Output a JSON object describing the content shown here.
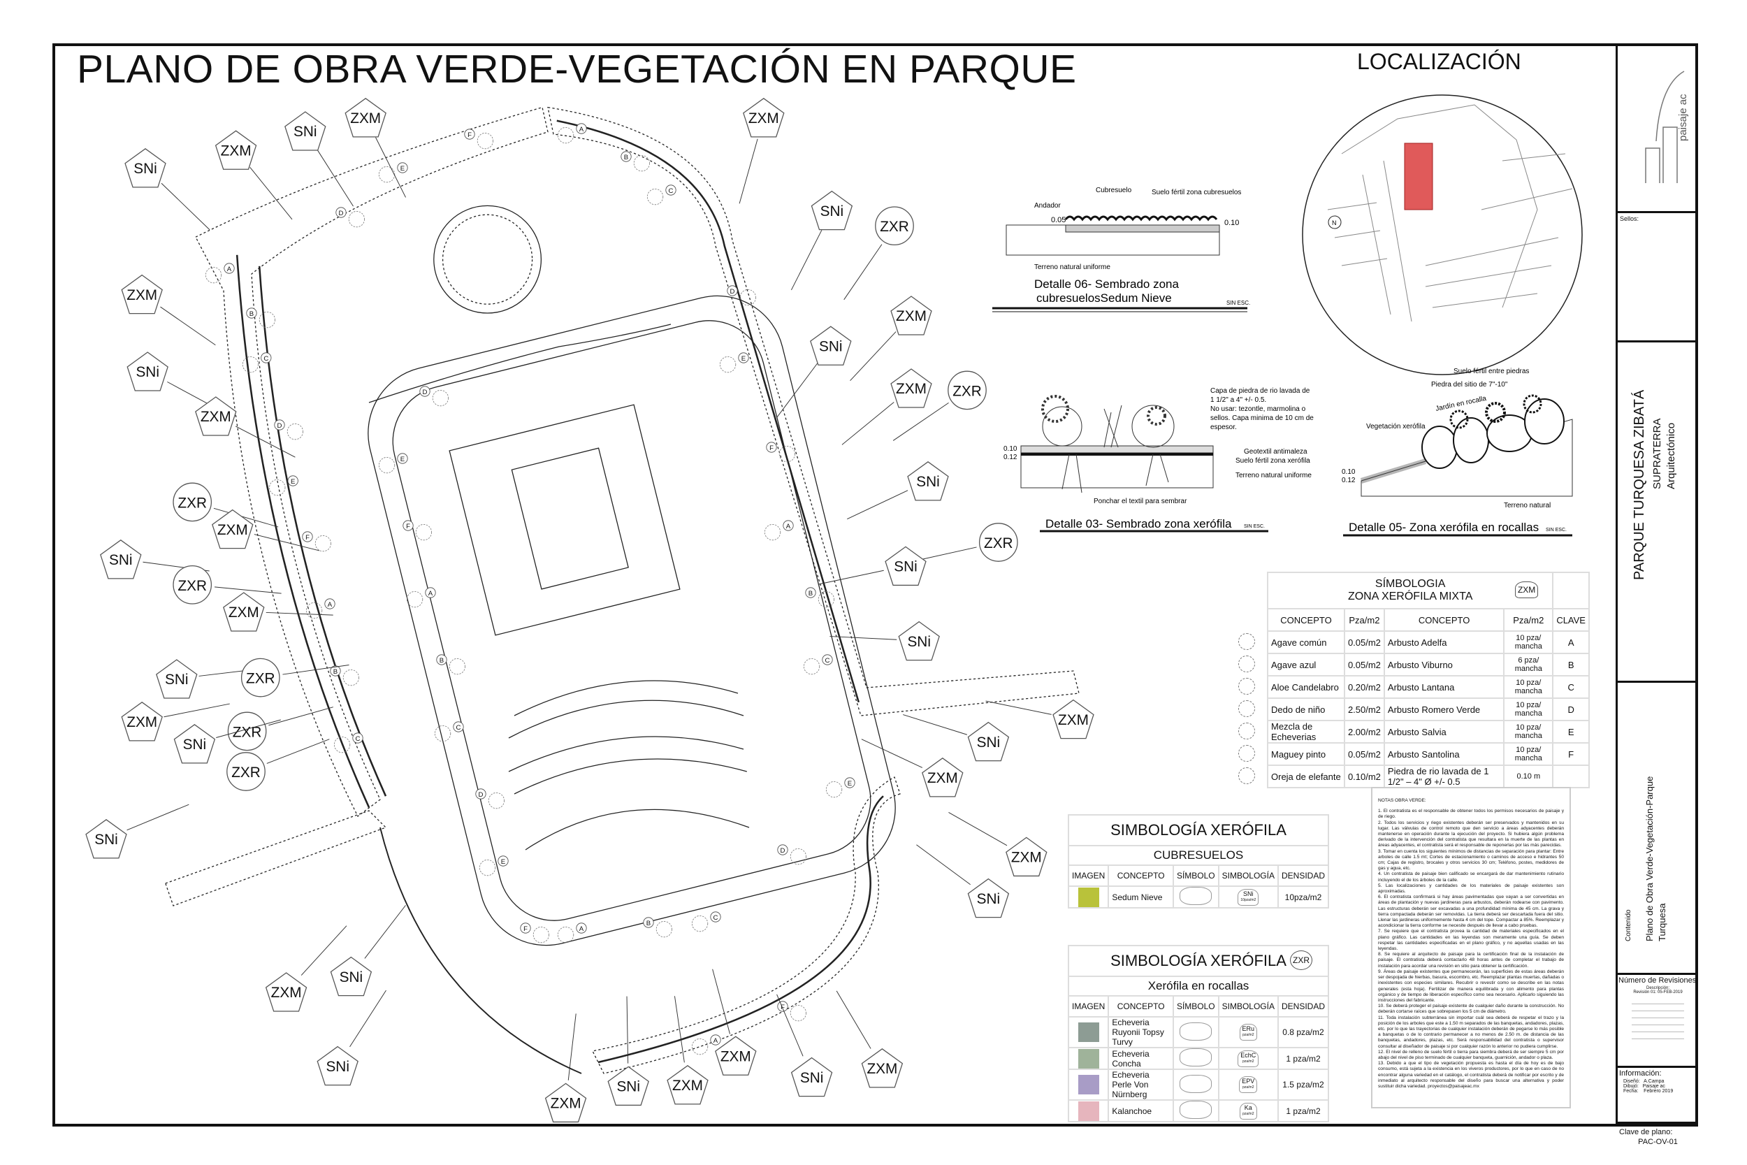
{
  "title": "PLANO DE OBRA VERDE-VEGETACIÓN EN PARQUE",
  "location": {
    "title": "LOCALIZACIÓN",
    "north_label": "N"
  },
  "plan": {
    "bed_keys": [
      "A",
      "B",
      "C",
      "D",
      "E",
      "F"
    ],
    "tags": [
      {
        "label": "SNi",
        "shape": "pentagon"
      },
      {
        "label": "ZXM",
        "shape": "pentagon"
      },
      {
        "label": "SNi",
        "shape": "pentagon"
      },
      {
        "label": "ZXM",
        "shape": "pentagon"
      },
      {
        "label": "ZXM",
        "shape": "pentagon"
      },
      {
        "label": "SNi",
        "shape": "pentagon"
      },
      {
        "label": "ZXR",
        "shape": "circle"
      },
      {
        "label": "ZXM",
        "shape": "pentagon"
      },
      {
        "label": "ZXM",
        "shape": "pentagon"
      },
      {
        "label": "SNi",
        "shape": "pentagon"
      },
      {
        "label": "SNi",
        "shape": "pentagon"
      },
      {
        "label": "ZXM",
        "shape": "pentagon"
      },
      {
        "label": "ZXR",
        "shape": "circle"
      },
      {
        "label": "ZXM",
        "shape": "pentagon"
      },
      {
        "label": "SNi",
        "shape": "pentagon"
      },
      {
        "label": "ZXR",
        "shape": "circle"
      },
      {
        "label": "ZXM",
        "shape": "pentagon"
      },
      {
        "label": "ZXR",
        "shape": "circle"
      },
      {
        "label": "SNi",
        "shape": "pentagon"
      },
      {
        "label": "SNi",
        "shape": "pentagon"
      },
      {
        "label": "ZXR",
        "shape": "circle"
      },
      {
        "label": "ZXM",
        "shape": "pentagon"
      },
      {
        "label": "SNi",
        "shape": "pentagon"
      },
      {
        "label": "SNi",
        "shape": "pentagon"
      },
      {
        "label": "ZXR",
        "shape": "circle"
      },
      {
        "label": "ZXM",
        "shape": "pentagon"
      },
      {
        "label": "ZXM",
        "shape": "pentagon"
      },
      {
        "label": "ZXR",
        "shape": "circle"
      },
      {
        "label": "SNi",
        "shape": "pentagon"
      },
      {
        "label": "SNi",
        "shape": "pentagon"
      },
      {
        "label": "ZXR",
        "shape": "circle"
      },
      {
        "label": "ZXM",
        "shape": "pentagon"
      },
      {
        "label": "SNi",
        "shape": "pentagon"
      },
      {
        "label": "ZXM",
        "shape": "pentagon"
      },
      {
        "label": "SNi",
        "shape": "pentagon"
      },
      {
        "label": "SNi",
        "shape": "pentagon"
      },
      {
        "label": "ZXM",
        "shape": "pentagon"
      },
      {
        "label": "SNi",
        "shape": "pentagon"
      },
      {
        "label": "ZXM",
        "shape": "pentagon"
      },
      {
        "label": "SNi",
        "shape": "pentagon"
      },
      {
        "label": "ZXM",
        "shape": "pentagon"
      },
      {
        "label": "SNi",
        "shape": "pentagon"
      },
      {
        "label": "ZXM",
        "shape": "pentagon"
      },
      {
        "label": "ZXM",
        "shape": "pentagon"
      }
    ]
  },
  "detail_06": {
    "title_line1": "Detalle 06- Sembrado zona",
    "title_line2": "cubresuelosSedum Nieve",
    "scale": "SIN ESC.",
    "labels": {
      "cubresuelo": "Cubresuelo",
      "suelo": "Suelo fértil zona cubresuelos",
      "andador": "Andador",
      "terreno": "Terreno natural uniforme",
      "dim1": "0.05",
      "dim2": "0.10"
    }
  },
  "detail_03": {
    "title": "Detalle 03- Sembrado zona xerófila",
    "scale": "SIN ESC.",
    "labels": {
      "piedra": [
        "Capa de piedra de rio lavada de",
        "1 1/2\" a 4\" +/- 0.5.",
        "No usar: tezontle, marmolina o",
        "sellos. Capa minima de 10 cm de",
        "espesor."
      ],
      "geotextil": "Geotextil antimaleza",
      "suelo": "Suelo fértil zona xerófila",
      "terreno": "Terreno natural uniforme",
      "ponchar": "Ponchar el textil para sembrar",
      "dim1": "0.10",
      "dim2": "0.12"
    }
  },
  "detail_05": {
    "title": "Detalle 05- Zona  xerófila en rocallas",
    "scale": "SIN ESC.",
    "labels": {
      "suelo": "Suelo fértil entre piedras",
      "piedra": "Piedra del sitio de 7\"-10\"",
      "jardin": "Jardín en rocalla",
      "vegetacion": "Vegetación xerófila",
      "terreno": "Terreno natural",
      "dim1": "0.10",
      "dim2": "0.12"
    }
  },
  "legend_zxm": {
    "title1": "SÍMBOLOGIA",
    "title2": "ZONA XERÓFILA MIXTA",
    "badge": "ZXM",
    "headers": [
      "CONCEPTO",
      "Pza/m2",
      "CONCEPTO",
      "Pza/m2",
      "CLAVE"
    ],
    "rows": [
      {
        "concept": "Agave común",
        "density": "0.05/m2",
        "shrub": "Arbusto Adelfa",
        "shrub_density": "10 pza/ mancha",
        "key": "A"
      },
      {
        "concept": "Agave azul",
        "density": "0.05/m2",
        "shrub": "Arbusto Viburno",
        "shrub_density": "6 pza/ mancha",
        "key": "B"
      },
      {
        "concept": "Aloe Candelabro",
        "density": "0.20/m2",
        "shrub": "Arbusto Lantana",
        "shrub_density": "10 pza/ mancha",
        "key": "C"
      },
      {
        "concept": "Dedo de niño",
        "density": "2.50/m2",
        "shrub": "Arbusto Romero Verde",
        "shrub_density": "10 pza/ mancha",
        "key": "D"
      },
      {
        "concept": "Mezcla de Echeverias",
        "density": "2.00/m2",
        "shrub": "Arbusto Salvia",
        "shrub_density": "10 pza/ mancha",
        "key": "E"
      },
      {
        "concept": "Maguey pinto",
        "density": "0.05/m2",
        "shrub": "Arbusto Santolina",
        "shrub_density": "10 pza/ mancha",
        "key": "F"
      },
      {
        "concept": "Oreja de elefante",
        "density": "0.10/m2",
        "shrub": "Piedra de rio lavada de 1 1/2\" – 4\" Ø  +/- 0.5",
        "shrub_density": "0.10 m",
        "key": ""
      }
    ]
  },
  "legend_cubresuelos": {
    "title": "SIMBOLOGÍA XERÓFILA",
    "subtitle": "CUBRESUELOS",
    "headers": [
      "IMAGEN",
      "CONCEPTO",
      "SÍMBOLO",
      "SIMBOLOGÍA",
      "DENSIDAD"
    ],
    "rows": [
      {
        "concept": "Sedum Nieve",
        "code": "SNi",
        "code_sub": "10pza/m2",
        "density": "10pza/m2",
        "color": "#b9c23a"
      }
    ]
  },
  "legend_zxr": {
    "title": "SIMBOLOGÍA XERÓFILA",
    "badge": "ZXR",
    "subtitle": "Xerófila en rocallas",
    "headers": [
      "IMAGEN",
      "CONCEPTO",
      "SÍMBOLO",
      "SIMBOLOGÍA",
      "DENSIDAD"
    ],
    "rows": [
      {
        "concept": "Echeveria Ruyonii Topsy Turvy",
        "code": "ERu",
        "code_sub": "pza/m2",
        "density": "0.8 pza/m2",
        "color": "#8d9c94"
      },
      {
        "concept": "Echeveria Concha",
        "code": "EchC",
        "code_sub": "pza/m2",
        "density": "1 pza/m2",
        "color": "#9fb39a"
      },
      {
        "concept": "Echeveria Perle Von Nürnberg",
        "code": "EPV",
        "code_sub": "pza/m2",
        "density": "1.5 pza/m2",
        "color": "#a89cc6"
      },
      {
        "concept": "Kalanchoe",
        "code": "Ka",
        "code_sub": "pza/m2",
        "density": "1 pza/m2",
        "color": "#e6b5bd"
      }
    ]
  },
  "notes": {
    "title": "NOTAS OBRA VERDE:",
    "items": [
      "1. El contratista es el responsable de obtener todos los permisos necesarios de paisaje y de riego.",
      "2. Todos los servicios y riego existentes deberán ser preservados y mantenidos en su lugar. Las válvulas de control remoto que den servicio a áreas adyacentes deberán mantenerse en operación durante la ejecución del proyecto. Si hubiera algún problema derivado de la intervención del contratista que resultara en la muerte de las plantas en áreas adyacentes, el contratista será el responsable de reponerlas por las más parecidas.",
      "3. Tomar en cuenta los siguientes mínimos de distancias de separación para plantar: Entre arboles de calle 1.5 mt; Cortes de estacionamiento o caminos de acceso e hidrantes 50 cm; Cajas de registro, brocales y otros servicios 30 cm; Teléfono, postes, medidores de gas y agua, etc.",
      "4. Un contratista de paisaje bien calificado se encargará de dar mantenimiento rutinario incluyendo el de los árboles de la calle.",
      "5. Las localizaciones y cantidades de los materiales de paisaje existentes son aproximadas.",
      "6. El contratista confirmará si hay áreas pavimentadas que vayan a ser convertidas en áreas de plantación y nuevas jardineras para arbustos, deberán rodearse con pavimento. Las estructuras deberán ser excavadas a una profundidad mínima de 45 cm. La grava y tierra compactada deberán ser removidas. La tierra deberá ser descartada fuera del sitio. Llenar las jardineras uniformemente hasta 4 cm del tope. Compactar a 85%. Reemplazar y acondicionar la tierra conforme se necesite después de llevar a cabo pruebas.",
      "7. Se requiere que el contratista provea la cantidad de materiales especificados en el plano gráfico. Las cantidades en las leyendas son meramente una guía. Se deben respetar las cantidades especificadas en el plano gráfico, y no aquellas usadas en las leyendas.",
      "8. Se requiere al arquitecto de paisaje para la certificación final de la instalación de paisaje. El contratista deberá contactarlo 48 horas antes de completar el trabajo de instalación para acordar una revisión en sitio para obtener la certificación.",
      "9. Áreas de paisaje existentes que permanecerán, las superficies de estas áreas deberán ser despojada de hierbas, basura, escombro, etc. Reemplazar plantas muertas, dañadas o inexistentes con especies similares. Recubrir o revestir como se describe en las notas generales (esta hoja). Fertilizar de manera equilibrada y con alimento para plantas orgánico y de tiempo de liberación específico como sea necesario. Aplicarlo siguiendo las instrucciones del fabricante.",
      "10. Se deberá proteger el paisaje existente de cualquier daño durante la construcción. No deberán cortarse raíces que sobrepasen los 5 cm de diámetro.",
      "11. Toda instalación subterránea sin importar cuál sea deberá de respetar el trazo y la posición de los arboles que este a 1.50 m separados de las banquetas, andadores, plazas, etc. por lo que las trayectorias de cualquier instalación deberán de pegarse lo más posible a banquetas o de lo contrario permanecer a no menos de 2.50 m. de distancia de las banquetas, andadores, plazas, etc. Será responsabilidad del contratista o supervisor consultar al diseñador de paisaje si por cualquier razón lo anterior no pudiera cumplirse.",
      "12. El nivel de relleno de suelo fértil o tierra para siembra deberá de ser siempre 5 cm por abajo del nivel de piso terminado de cualquier banqueta, guarnición, andador o plaza.",
      "13. Debido a que el tipo de vegetación propuesta es hasta el día de hoy es de bajo consumo, está sujeta a la existencia en los viveros productores, por lo que en caso de no encontrar alguna variedad en el catálogo, el contratista deberá de notificar por escrito y de inmediato al arquitecto responsable del diseño para buscar una alternativa y poder sustituir dicha variedad. proyectos@paisajeac.mx"
    ]
  },
  "title_block": {
    "logo_text": "paisaje ac",
    "sellos_label": "Sellos:",
    "project_name": "PARQUE TURQUESA ZIBATÁ",
    "client": "SUPRATERRA",
    "discipline": "Arquitectónico",
    "contenido_label": "Contenido",
    "contenido_line1": "Plano de Obra Verde-Vegetación-Parque",
    "contenido_line2": "Turquesa",
    "revisiones_label": "Número de Revisiones",
    "revisiones_desc": "Descripción:",
    "revision_1": "Revisión 01: 05-FEB-2019",
    "info_label": "Información:",
    "info_rows": [
      "Diseñó:   A.Campa",
      "Dibujó:   Paisaje ac",
      "Fecha:    Febrero 2019"
    ],
    "clave_label": "Clave de plano:",
    "clave": "PAC-OV-01"
  },
  "colors": {
    "line": "#111111",
    "grid": "#dddddd",
    "location_highlight": "#e05a5a"
  }
}
